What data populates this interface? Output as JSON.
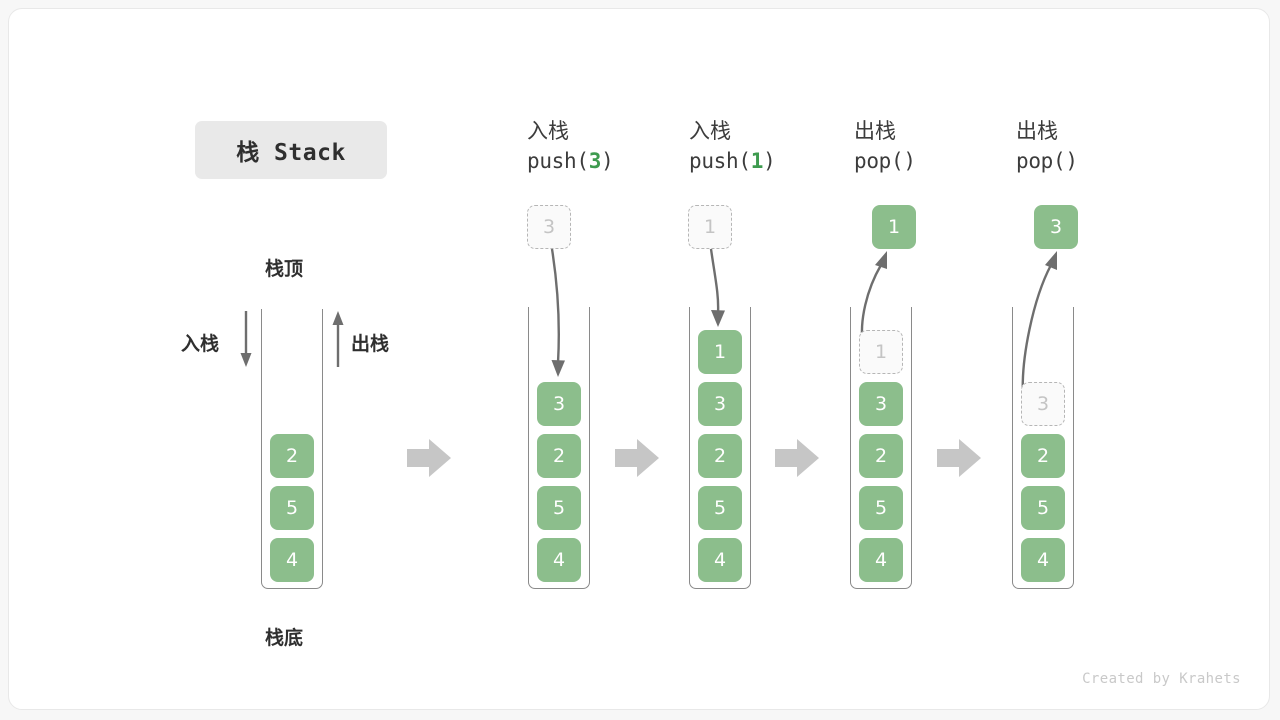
{
  "title": {
    "badge": "栈 Stack"
  },
  "legend": {
    "top_label": "栈顶",
    "bottom_label": "栈底",
    "push_label": "入栈",
    "pop_label": "出栈"
  },
  "credit": "Created by Krahets",
  "colors": {
    "element_fill": "#8cbe8c",
    "element_text": "#ffffff",
    "ghost_border": "#b6b6b6",
    "ghost_text": "#c4c4c4",
    "accent_green": "#3e9b4f",
    "text_dark": "#3c3c3c",
    "arrow_gray": "#6e6e6e",
    "step_arrow": "#c6c6c6",
    "frame_gray": "#8a8a8a",
    "badge_bg": "#e9e9e9"
  },
  "columns": [
    {
      "id": "initial",
      "header_cn": "",
      "header_code": "",
      "header_arg": "",
      "stack": [
        "2",
        "5",
        "4"
      ],
      "ghost": null,
      "popped": null
    },
    {
      "id": "push-3",
      "header_cn": "入栈",
      "header_code_pre": "push(",
      "header_arg": "3",
      "header_code_post": ")",
      "incoming": "3",
      "stack": [
        "3",
        "2",
        "5",
        "4"
      ],
      "ghost": null,
      "popped": null
    },
    {
      "id": "push-1",
      "header_cn": "入栈",
      "header_code_pre": "push(",
      "header_arg": "1",
      "header_code_post": ")",
      "incoming": "1",
      "stack": [
        "1",
        "3",
        "2",
        "5",
        "4"
      ],
      "ghost": null,
      "popped": null
    },
    {
      "id": "pop-1",
      "header_cn": "出栈",
      "header_code_pre": "pop(",
      "header_arg": "",
      "header_code_post": ")",
      "popped": "1",
      "ghost": "1",
      "stack": [
        "3",
        "2",
        "5",
        "4"
      ]
    },
    {
      "id": "pop-2",
      "header_cn": "出栈",
      "header_code_pre": "pop(",
      "header_arg": "",
      "header_code_post": ")",
      "popped": "3",
      "ghost": "3",
      "stack": [
        "2",
        "5",
        "4"
      ]
    }
  ],
  "step_arrows": [
    "step-arrow-1",
    "step-arrow-2",
    "step-arrow-3",
    "step-arrow-4"
  ]
}
